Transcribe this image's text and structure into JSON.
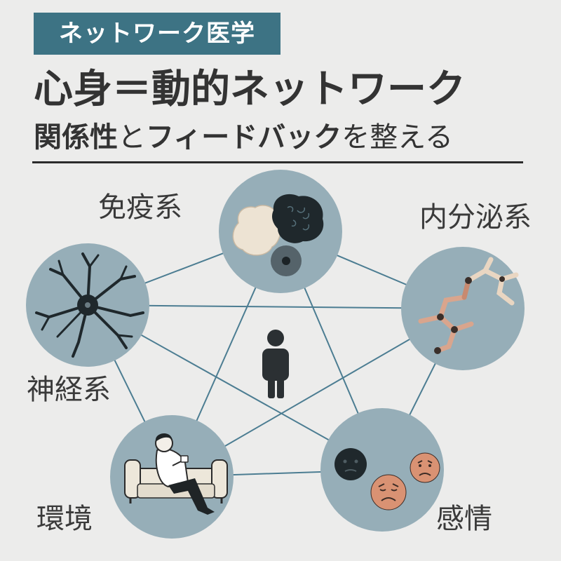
{
  "header": {
    "tag": "ネットワーク医学",
    "headline": "心身＝動的ネットワーク",
    "subline": [
      {
        "text": "関係性",
        "strong": true
      },
      {
        "text": "と",
        "strong": false
      },
      {
        "text": "フィードバック",
        "strong": true
      },
      {
        "text": "を整える",
        "strong": false
      }
    ]
  },
  "nodes": {
    "immune": "免疫系",
    "endocrine": "内分泌系",
    "nervous": "神経系",
    "environment": "環境",
    "emotion": "感情"
  },
  "colors": {
    "tag_bg": "#3d7384",
    "node_fill": "#96aeb8",
    "edge": "#4c7d92",
    "dark": "#1f282c",
    "face_orange": "#d99273"
  }
}
